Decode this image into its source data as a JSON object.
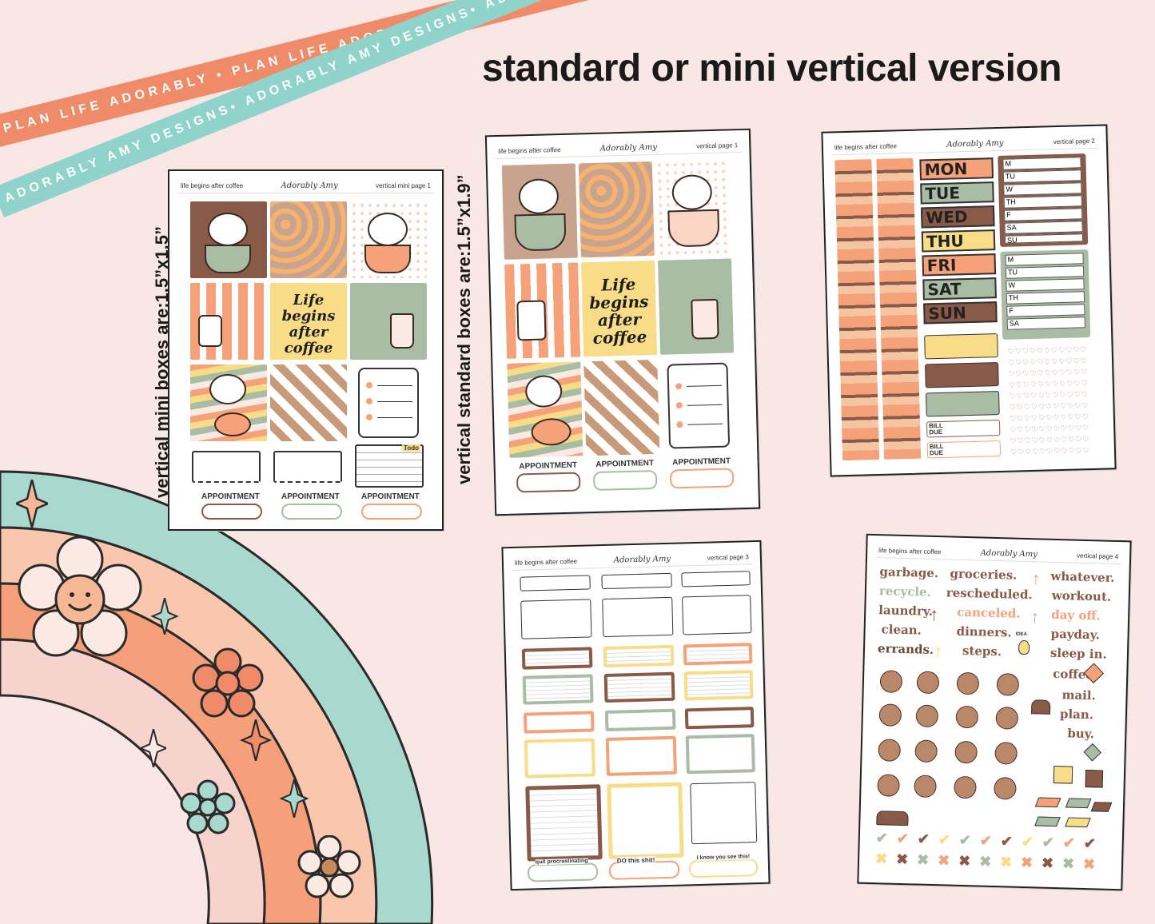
{
  "ribbons": {
    "top": "PLAN LIFE ADORABLY • PLAN LIFE ADORABLY • PLAN LIFE ADORABLY",
    "bottom": "ADORABLY AMY DESIGNS• ADORABLY AMY DESIGNS• ADORABLY AMY DESIGNS•"
  },
  "headline": "standard or mini vertical version",
  "mini": {
    "side_label": "vertical mini boxes are:1.5”x1.5”",
    "title": "life begins after coffee",
    "page": "vertical mini page 1",
    "brand": "Adorably Amy",
    "quote": "Life begins after coffee",
    "appointment": "APPOINTMENT",
    "tag": "Todo"
  },
  "standard": {
    "side_label": "vertical standard boxes are:1.5”x1.9”",
    "title": "life begins after coffee",
    "page": "vertical page 1",
    "brand": "Adorably Amy",
    "quote": "Life begins after coffee",
    "appointment": "APPOINTMENT"
  },
  "page2": {
    "title": "life begins after coffee",
    "page": "vertical page 2",
    "brand": "Adorably Amy",
    "days": [
      "MON",
      "TUE",
      "WED",
      "THU",
      "FRI",
      "SAT",
      "SUN"
    ],
    "weekdays": [
      "M",
      "TU",
      "W",
      "TH",
      "F",
      "SA",
      "SU"
    ],
    "bill": "BILL DUE"
  },
  "page3": {
    "title": "life begins after coffee",
    "page": "vertical page 3",
    "brand": "Adorably Amy",
    "labels": [
      "quit procrastinating",
      "DO this shit!",
      "I know you see this!"
    ]
  },
  "page4": {
    "title": "life begins after coffee",
    "page": "vertical page 4",
    "brand": "Adorably Amy",
    "col1": [
      "garbage.",
      "recycle.",
      "laundry.",
      "clean.",
      "errands."
    ],
    "col2": [
      "groceries.",
      "rescheduled.",
      "canceled.",
      "dinners.",
      "steps."
    ],
    "col3": [
      "whatever.",
      "workout.",
      "day off.",
      "payday.",
      "sleep in.",
      "coffee.",
      "mail.",
      "plan.",
      "buy."
    ],
    "idea": "IDEA"
  },
  "colors": {
    "orange": "#f5a27a",
    "sage": "#a9bda4",
    "brown": "#8a5a48",
    "yellow": "#f8dc88",
    "teal": "#8fd3cb",
    "coral": "#f08b6a"
  }
}
